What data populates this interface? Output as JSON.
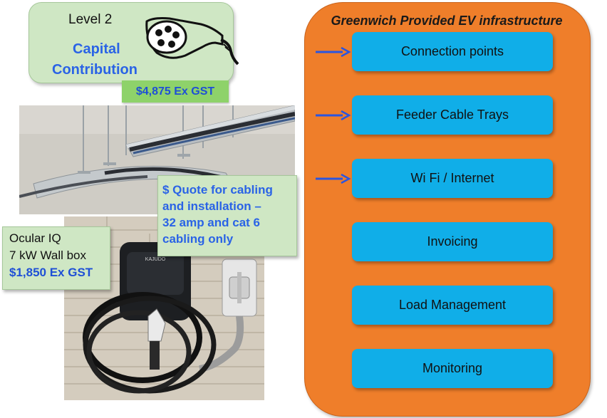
{
  "level_card": {
    "level": "Level 2",
    "title_line1": "Capital",
    "title_line2": "Contribution",
    "price": "$4,875 Ex GST"
  },
  "quote": {
    "lines": [
      "$ Quote for cabling",
      "and installation –",
      "32 amp and cat 6",
      "cabling only"
    ]
  },
  "ocular": {
    "name": "Ocular IQ",
    "spec": "7 kW Wall box",
    "price": "$1,850 Ex GST"
  },
  "infrastructure": {
    "title": "Greenwich Provided EV infrastructure",
    "items": [
      {
        "label": "Connection points",
        "arrow": true
      },
      {
        "label": "Feeder Cable Trays",
        "arrow": true
      },
      {
        "label": "Wi Fi / Internet",
        "arrow": true
      },
      {
        "label": "Invoicing",
        "arrow": false
      },
      {
        "label": "Load Management",
        "arrow": false
      },
      {
        "label": "Monitoring",
        "arrow": false
      }
    ]
  },
  "photos": {
    "wallbox_brand": "KAJUDO"
  },
  "icons": {
    "plug": "ev-plug-icon",
    "arrow": "right-arrow-icon"
  },
  "colors": {
    "panel": "#ef7e2a",
    "item": "#10aee8",
    "card": "#cfe7c4",
    "price_tag": "#8ed26a",
    "blue_text": "#2a63e6",
    "arrow": "#2a55e0"
  }
}
